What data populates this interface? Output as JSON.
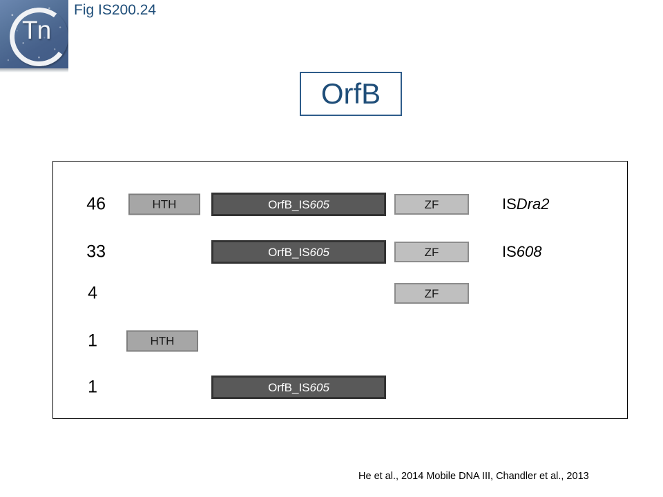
{
  "header": {
    "fig_label": "Fig IS200.24",
    "logo": {
      "ring_letter": "C",
      "mark_text": "Tn"
    }
  },
  "title_box": {
    "label": "OrfB",
    "border_color": "#2e5c8a",
    "text_color": "#1f4e79"
  },
  "panel": {
    "domain_colors": {
      "hth_fill": "#a6a6a6",
      "hth_border": "#7f7f7f",
      "orfb_fill": "#595959",
      "orfb_border": "#333333",
      "zf_fill": "#bfbfbf",
      "zf_border": "#8c8c8c"
    },
    "rows": [
      {
        "count": "46",
        "is_name_plain": "IS",
        "is_name_italic": "Dra2",
        "segments": [
          {
            "kind": "hth",
            "label_plain": "HTH",
            "label_italic": ""
          },
          {
            "kind": "orfb",
            "label_plain": "OrfB_IS",
            "label_italic": "605"
          },
          {
            "kind": "zf",
            "label_plain": "ZF",
            "label_italic": ""
          }
        ]
      },
      {
        "count": "33",
        "is_name_plain": "IS",
        "is_name_italic": "608",
        "segments": [
          {
            "kind": "orfb",
            "label_plain": "OrfB_IS",
            "label_italic": "605"
          },
          {
            "kind": "zf",
            "label_plain": "ZF",
            "label_italic": ""
          }
        ]
      },
      {
        "count": "4",
        "is_name_plain": "",
        "is_name_italic": "",
        "segments": [
          {
            "kind": "zf",
            "label_plain": "ZF",
            "label_italic": ""
          }
        ]
      },
      {
        "count": "1",
        "is_name_plain": "",
        "is_name_italic": "",
        "segments": [
          {
            "kind": "hth",
            "label_plain": "HTH",
            "label_italic": ""
          }
        ]
      },
      {
        "count": "1",
        "is_name_plain": "",
        "is_name_italic": "",
        "segments": [
          {
            "kind": "orfb",
            "label_plain": "OrfB_IS",
            "label_italic": "605"
          }
        ]
      }
    ]
  },
  "footer": {
    "citation": "He et al., 2014 Mobile DNA III, Chandler et al., 2013"
  }
}
